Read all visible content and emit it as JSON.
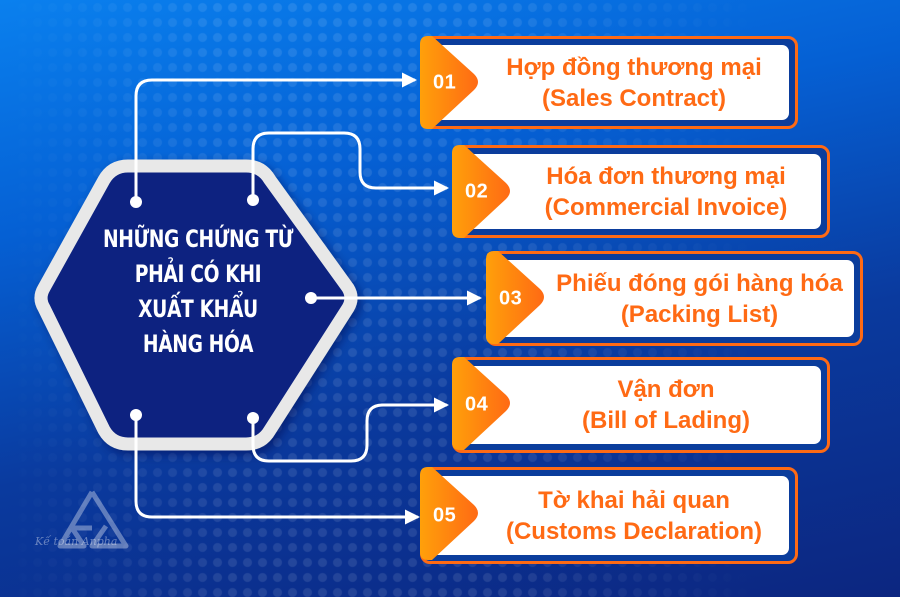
{
  "diagram": {
    "center_title": {
      "lines": [
        "NHỮNG CHỨNG TỪ",
        "PHẢI CÓ KHI",
        "XUẤT KHẨU",
        "HÀNG HÓA"
      ]
    },
    "items": [
      {
        "number": "01",
        "title": "Hợp đồng thương mại",
        "subtitle": "(Sales Contract)"
      },
      {
        "number": "02",
        "title": "Hóa đơn thương mại",
        "subtitle": "(Commercial Invoice)"
      },
      {
        "number": "03",
        "title": "Phiếu đóng gói hàng hóa",
        "subtitle": "(Packing List)"
      },
      {
        "number": "04",
        "title": "Vận đơn",
        "subtitle": "(Bill of Lading)"
      },
      {
        "number": "05",
        "title": "Tờ khai hải quan",
        "subtitle": "(Customs Declaration)"
      }
    ],
    "logo": {
      "text": "Kế toán Anpha",
      "icon": "triangle-logo-icon"
    },
    "colors": {
      "background_top": "#0a80ee",
      "background_bottom": "#0c2680",
      "hexagon_fill": "#0a2280",
      "hexagon_border": "#e8e8e8",
      "accent_orange": "#ff6a14",
      "badge_orange_light": "#ffa00a",
      "card_fill": "#ffffff",
      "connector": "#ffffff"
    }
  }
}
